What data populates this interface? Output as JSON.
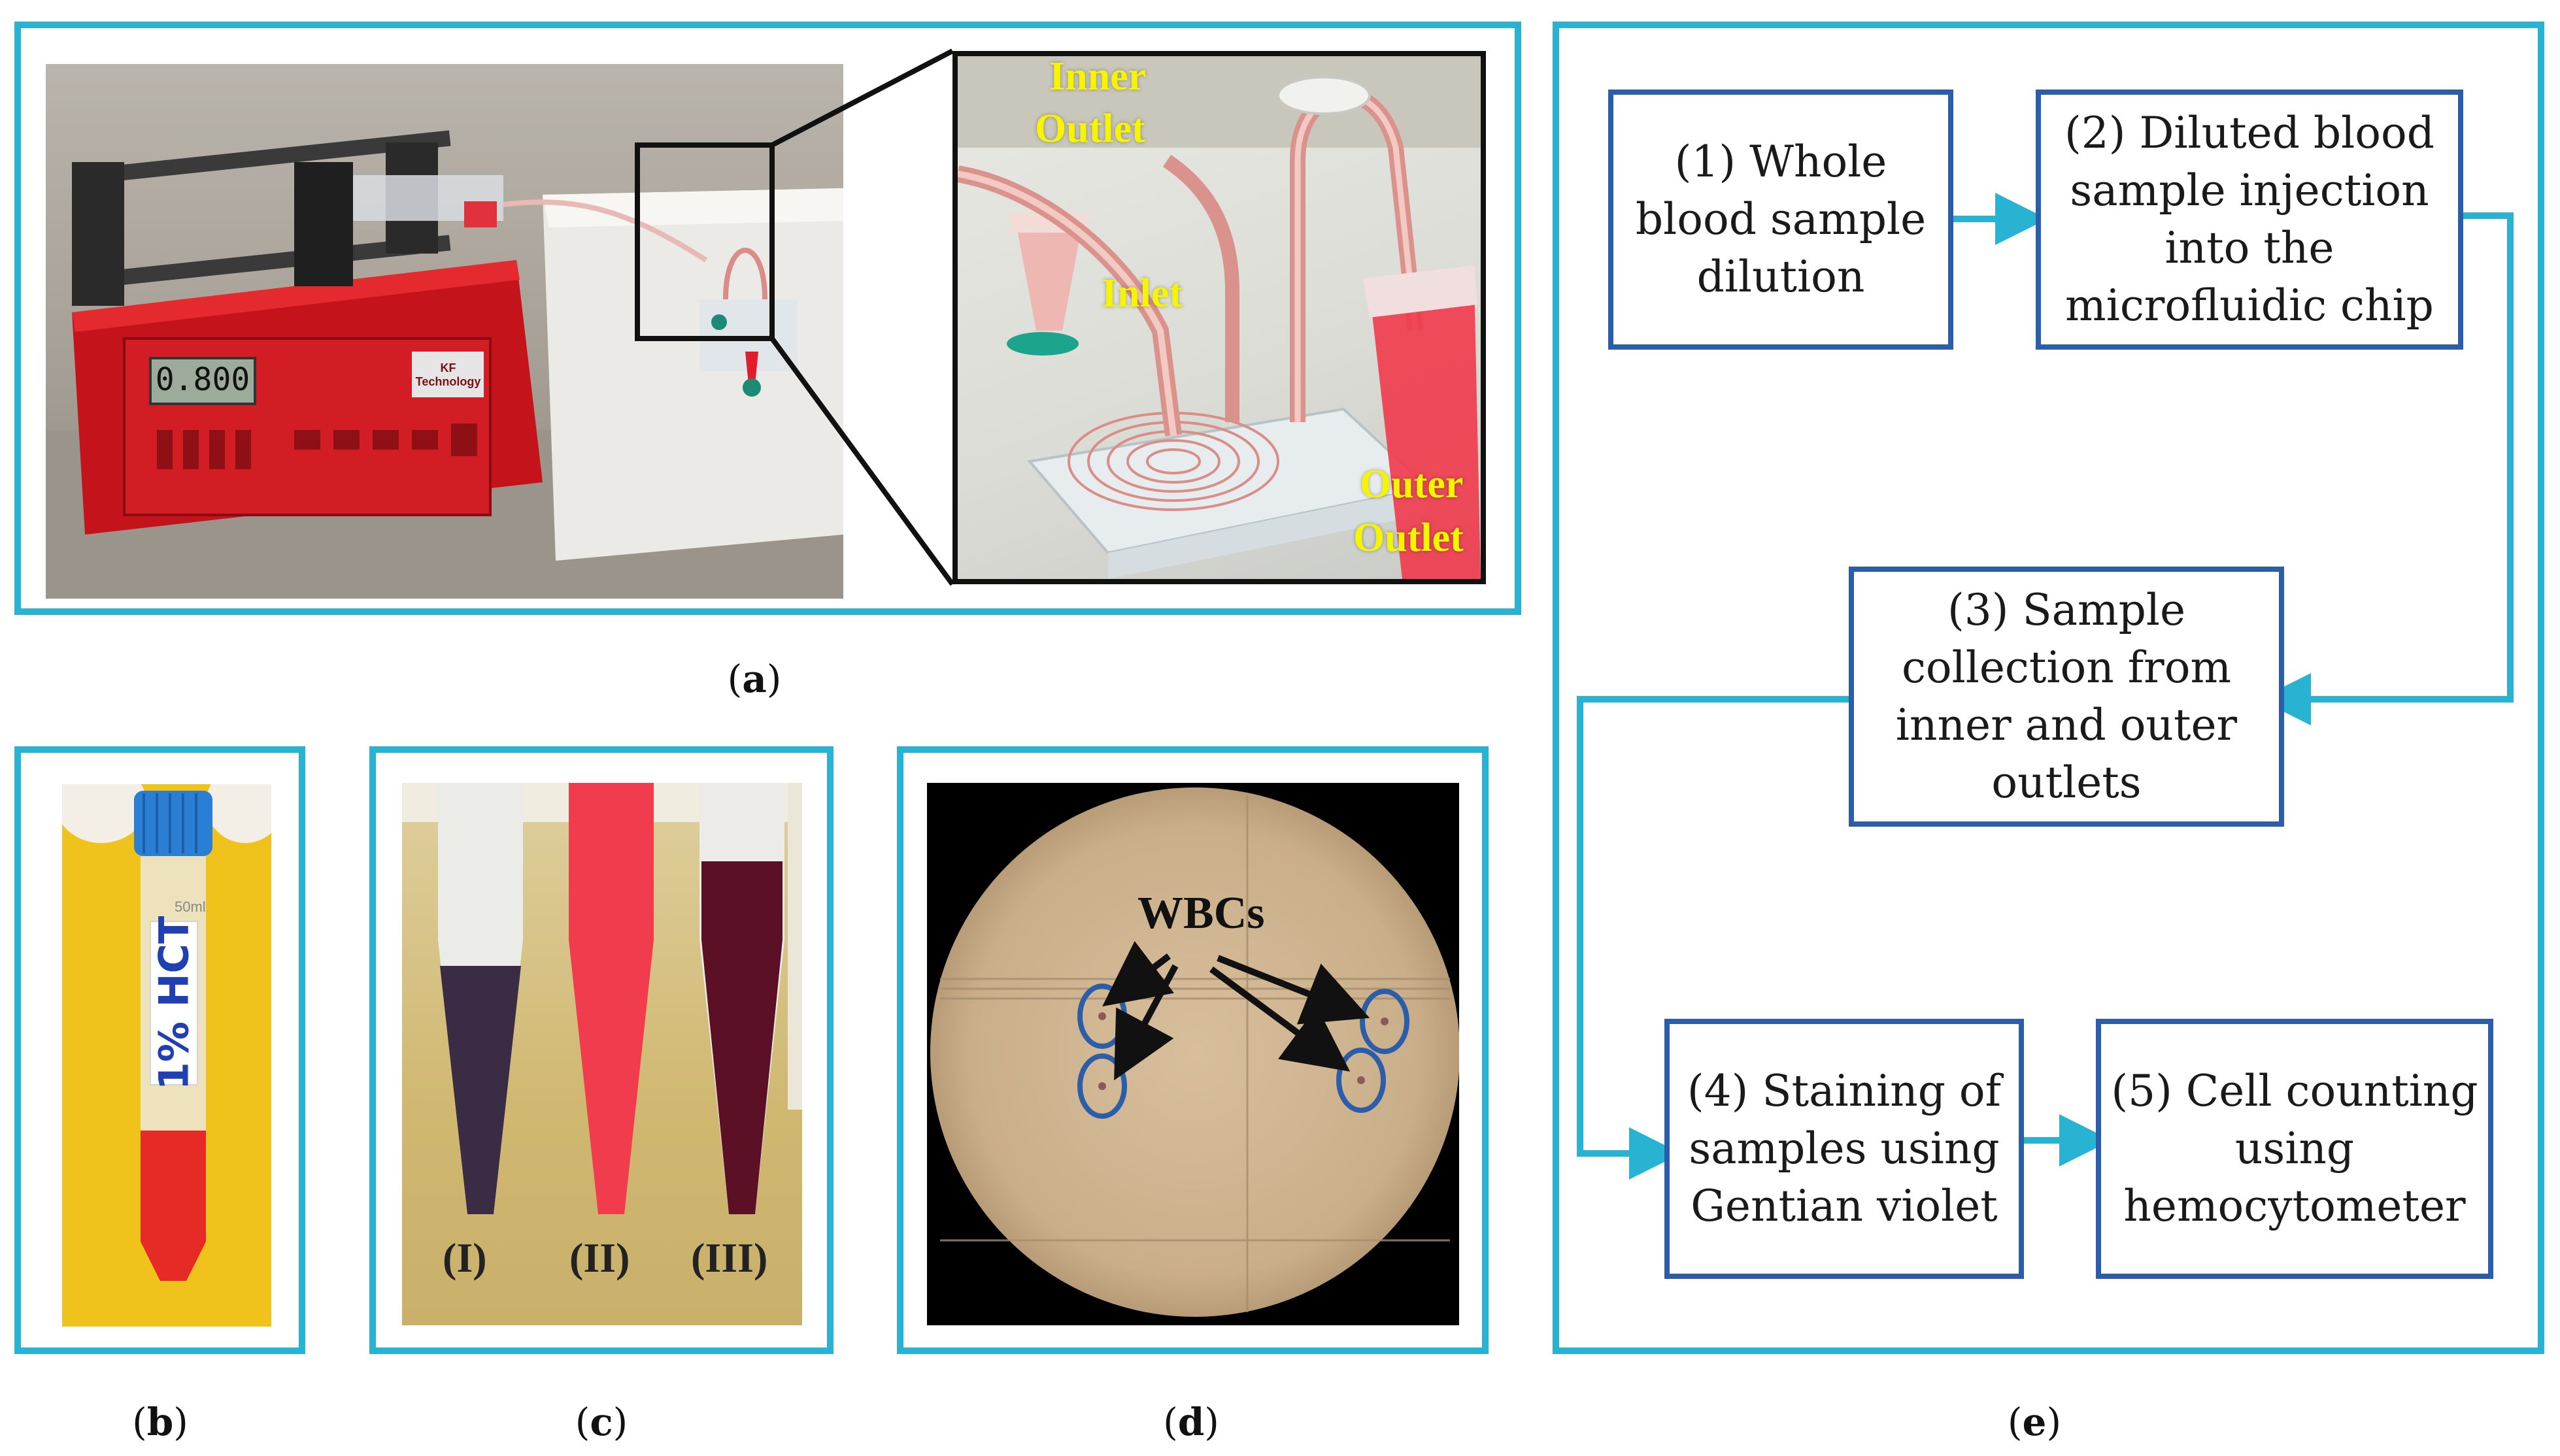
{
  "panels": {
    "a": {
      "caption": "a",
      "pump_display": "0.800",
      "pump_brand": "KF Technology",
      "labels": {
        "inner_outlet_1": "Inner",
        "inner_outlet_2": "Outlet",
        "inlet": "Inlet",
        "outer_outlet_1": "Outer",
        "outer_outlet_2": "Outlet"
      }
    },
    "b": {
      "caption": "b",
      "tube_label": "1% HCT",
      "tube_volume": "50ml"
    },
    "c": {
      "caption": "c",
      "tubes": [
        "(I)",
        "(II)",
        "(III)"
      ]
    },
    "d": {
      "caption": "d",
      "annotation": "WBCs"
    },
    "e": {
      "caption": "e",
      "steps": [
        "(1) Whole\nblood sample\ndilution",
        "(2) Diluted blood\nsample injection\ninto the\nmicrofluidic chip",
        "(3) Sample\ncollection from\ninner and outer\noutlets",
        "(4) Staining of\nsamples using\nGentian violet",
        "(5) Cell counting\nusing\nhemocytometer"
      ]
    }
  },
  "colors": {
    "frame": "#29b3d3",
    "box_border": "#2b5da8",
    "arrow": "#29b3d3",
    "label_yellow": "#f5f500",
    "circle": "#2b5da8"
  }
}
